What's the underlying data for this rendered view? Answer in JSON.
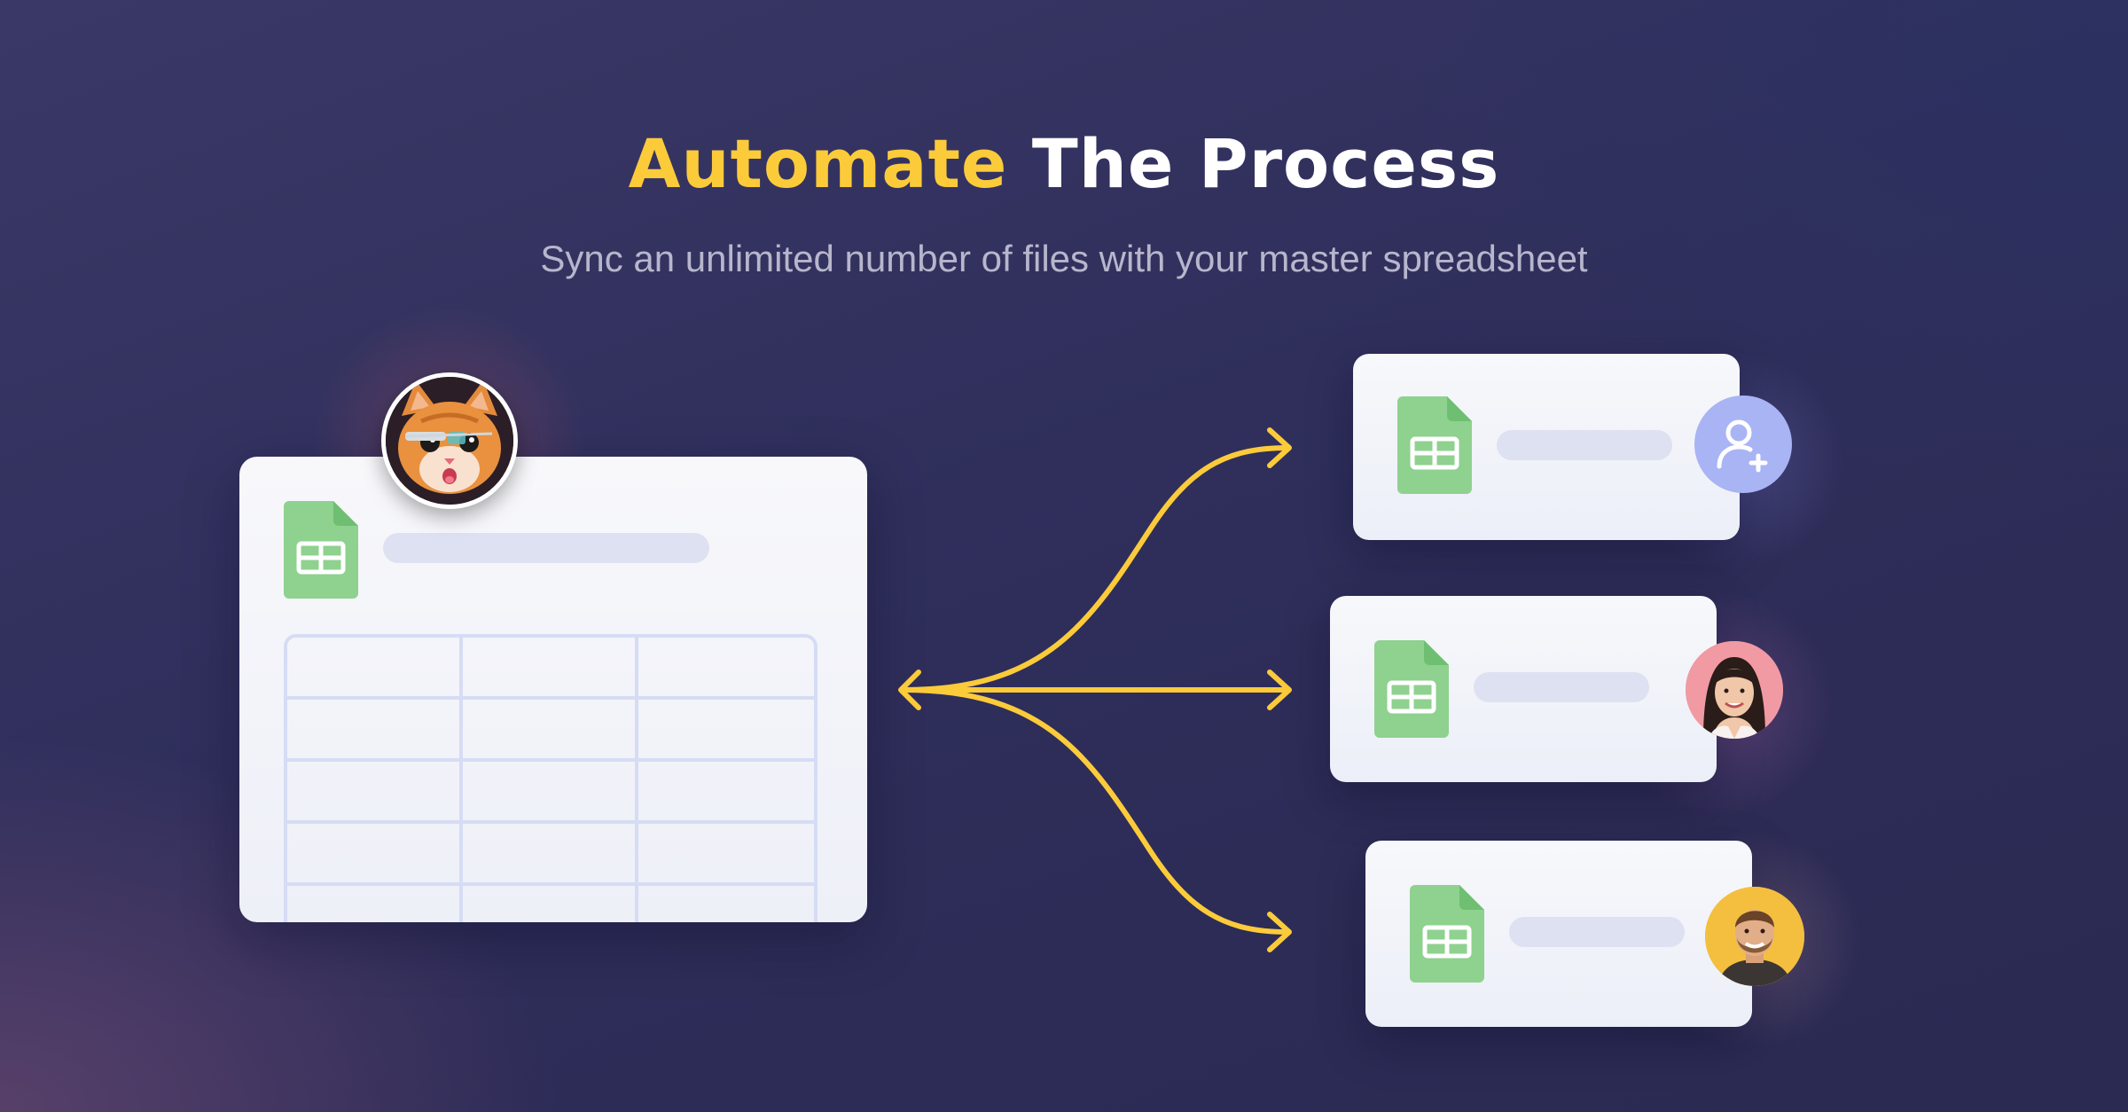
{
  "header": {
    "title_accent": "Automate",
    "title_rest": " The Process",
    "subtitle": "Sync an unlimited number of files with your master spreadsheet"
  },
  "master": {
    "icon": "google-sheets-icon",
    "avatar": "cat-avatar",
    "table_rows": 5,
    "table_cols": 3
  },
  "targets": [
    {
      "icon": "google-sheets-icon",
      "avatar": "add-user-icon"
    },
    {
      "icon": "google-sheets-icon",
      "avatar": "woman-avatar"
    },
    {
      "icon": "google-sheets-icon",
      "avatar": "man-avatar"
    }
  ],
  "colors": {
    "accent": "#fccb3a",
    "sheets_green": "#8fd18f",
    "add_user_bg": "#a9b4f5"
  }
}
